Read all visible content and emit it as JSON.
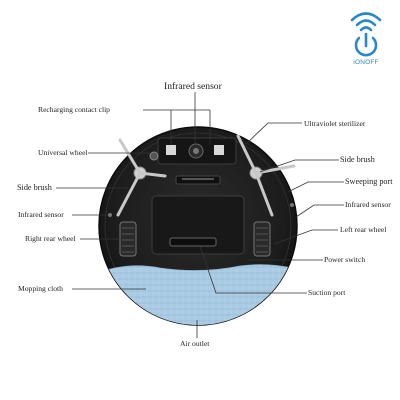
{
  "labels": {
    "infrared_sensor_top": "Infrared sensor",
    "recharging_contact_clip": "Recharging contact clip",
    "ultraviolet_sterilizer": "Ultraviolet sterilizer",
    "universal_wheel": "Universal wheel",
    "side_brush_right": "Side brush",
    "sweeping_port": "Sweeping port",
    "side_brush_left": "Side brush",
    "infrared_sensor_right": "Infrared sensor",
    "infrared_sensor_left": "Infrared sensor",
    "left_rear_wheel": "Left rear wheel",
    "right_rear_wheel": "Right rear wheel",
    "power_switch": "Power switch",
    "mopping_cloth": "Mopping cloth",
    "suction_port": "Suction port",
    "air_outlet": "Air outlet"
  },
  "logo": {
    "text": "iONOFF",
    "icon": "wifi-power-icon",
    "color": "#2a88c8"
  },
  "colors": {
    "robot_body": "#1e1e1e",
    "mop_cloth": "#a9cbe3",
    "leader_line": "#333333"
  }
}
